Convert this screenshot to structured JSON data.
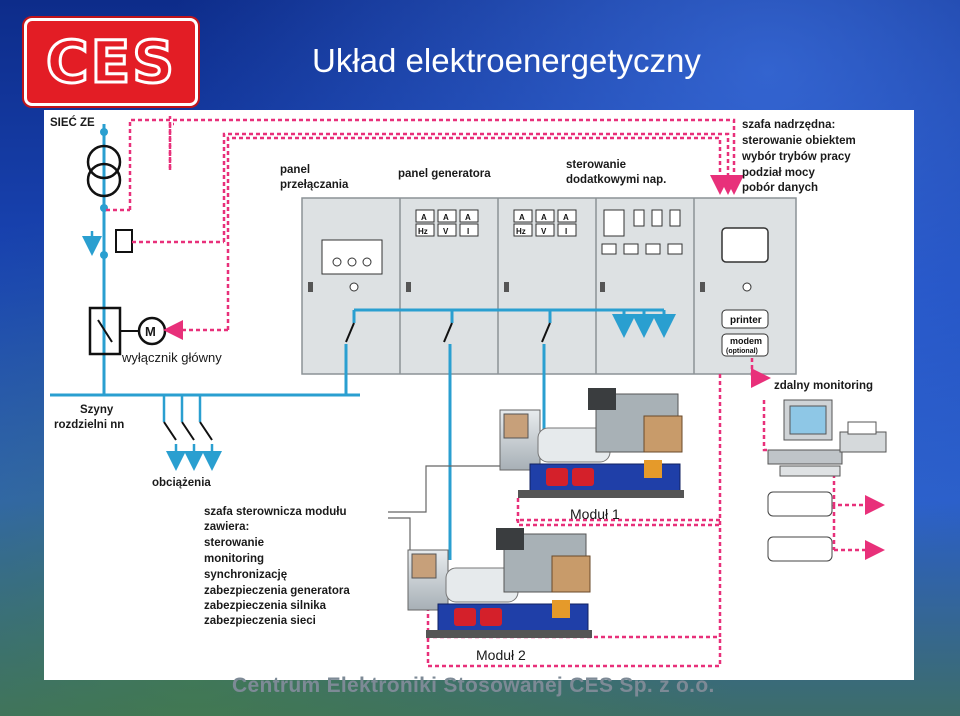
{
  "slide": {
    "title": "Układ elektroenergetyczny",
    "footer": "Centrum Elektroniki Stosowanej CES Sp. z o.o.",
    "logo_text": "CES",
    "colors": {
      "bus": "#2a9fd0",
      "signal": "#e8307a",
      "cabinet": "#dde1e3",
      "logo": "#e31d25"
    }
  },
  "diagram": {
    "grid_label": "SIEĆ ZE",
    "main_switch_label": "wyłącznik główny",
    "motor_label": "M",
    "busbar_label_1": "Szyny",
    "busbar_label_2": "rozdzielni nn",
    "loads_label": "obciążenia",
    "panel_switching_1": "panel",
    "panel_switching_2": "przełączania",
    "panel_generator": "panel generatora",
    "panel_extra_1": "sterowanie",
    "panel_extra_2": "dodatkowymi nap.",
    "master_cabinet": [
      "szafa nadrzędna:",
      "sterowanie obiektem",
      "wybór trybów pracy",
      "podział mocy",
      "pobór danych"
    ],
    "remote_monitoring": "zdalny monitoring",
    "printer_button": "printer",
    "modem_button": "modem",
    "modem_optional": "(optional)",
    "meter_labels": {
      "a": "A",
      "hz": "Hz",
      "v": "V",
      "i": "I"
    },
    "module_cabinet": [
      "szafa sterownicza modułu",
      "zawiera:",
      "sterowanie",
      "monitoring",
      "synchronizację",
      "zabezpieczenia generatora",
      "zabezpieczenia silnika",
      "zabezpieczenia sieci"
    ],
    "module_1": "Moduł 1",
    "module_2": "Moduł 2"
  }
}
